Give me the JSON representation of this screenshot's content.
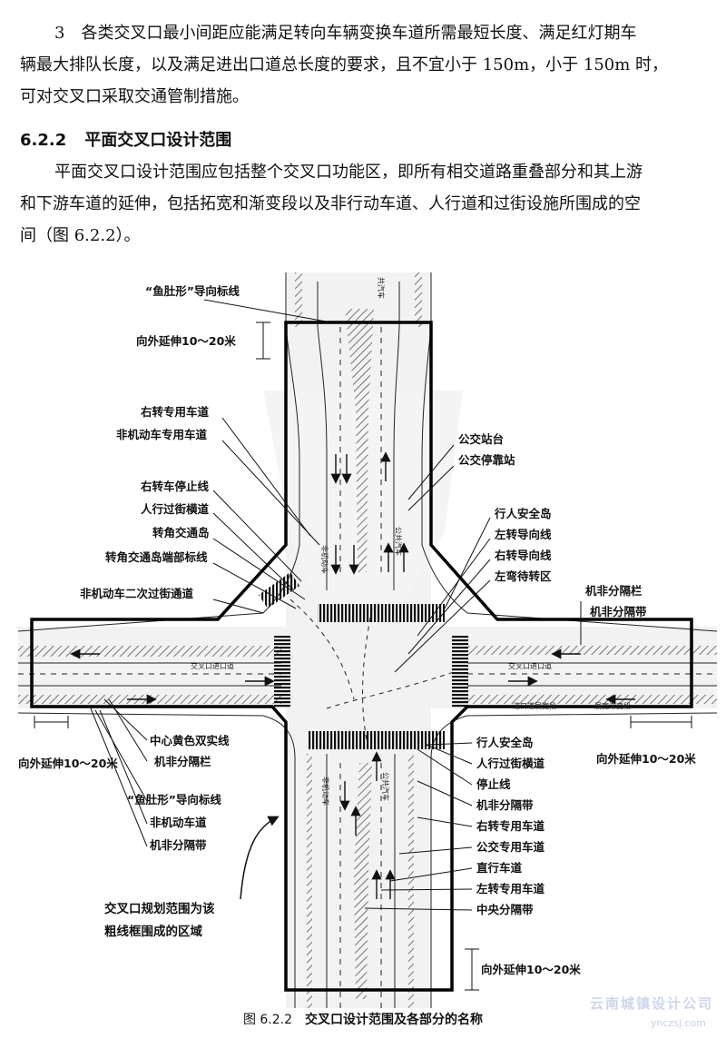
{
  "text": {
    "para1_line1": "3　各类交叉口最小间距应能满足转向车辆变换车道所需最短长度、满足红灯期车",
    "para1_line2": "辆最大排队长度，以及满足进出口道总长度的要求，且不宜小于 150m，小于 150m 时，",
    "para1_line3": "可对交叉口采取交通管制措施。",
    "section_number": "6.2.2",
    "section_title": "平面交叉口设计范围",
    "para2_line1": "平面交叉口设计范围应包括整个交叉口功能区，即所有相交道路重叠部分和其上游",
    "para2_line2": "和下游车道的延伸，包括拓宽和渐变段以及非行动车道、人行道和过街设施所围成的空",
    "para2_line3": "间（图 6.2.2）。"
  },
  "figure": {
    "labels_left_top": {
      "fishbelly": "“鱼肚形”导向标线",
      "extend": "向外延伸10～20米",
      "right_turn_lane": "右转专用车道",
      "nonmotor_lane": "非机动车专用车道",
      "right_stop": "右转车停止线",
      "crosswalk": "人行过街横道",
      "corner_island": "转角交通岛",
      "corner_island_end": "转角交通岛端部标线",
      "nonmotor_second": "非机动车二次过街通道"
    },
    "labels_right_top": {
      "bus_station": "公交站台",
      "bus_stop": "公交停靠站",
      "ped_island": "行人安全岛",
      "left_guide": "左转导向线",
      "right_guide": "右转导向线",
      "left_wait": "左弯待转区",
      "fence": "机非分隔栏",
      "belt": "机非分隔带"
    },
    "labels_left_bottom": {
      "yellow": "中心黄色双实线",
      "fence": "机非分隔栏",
      "extend": "向外延伸10～20米",
      "fishbelly": "“鱼肚形”导向标线",
      "nonmotor": "非机动车道",
      "belt": "机非分隔带"
    },
    "labels_right_bottom": {
      "ped_island": "行人安全岛",
      "crosswalk": "人行过街横道",
      "stop": "停止线",
      "belt": "机非分隔带",
      "right_lane": "右转专用车道",
      "bus_lane": "公交专用车道",
      "straight": "直行车道",
      "left_lane": "左转专用车道",
      "median": "中央分隔带",
      "extend_bottom": "向外延伸10～20米",
      "extend_right": "向外延伸10～20米"
    },
    "callout_line1": "交叉口规划范围为该",
    "callout_line2": "粗线框围成的区域",
    "road_small": {
      "bus_top": "公共汽车",
      "bus_bottom": "公共汽车",
      "bus_top_far": "共汽车",
      "nonmotor_v1": "非机动车",
      "nonmotor_v2": "非机动车",
      "h_left": "交叉口进口道",
      "h_right": "交叉口进口道",
      "len_a": "进口道展宽段",
      "len_b": "展宽渐变段"
    }
  },
  "caption": {
    "fig_no": "图 6.2.2",
    "title": "交叉口设计范围及各部分的名称"
  },
  "watermark": "云南城镇设计公司",
  "site": "ynczsj.com"
}
